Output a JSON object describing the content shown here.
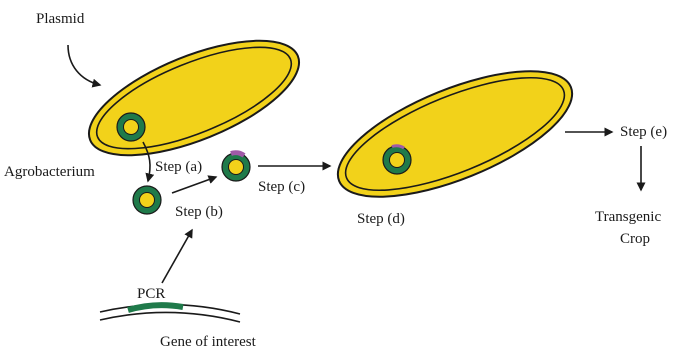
{
  "labels": {
    "plasmid": "Plasmid",
    "agrobacterium": "Agrobacterium",
    "step_a": "Step (a)",
    "step_b": "Step (b)",
    "step_c": "Step (c)",
    "step_d": "Step (d)",
    "step_e": "Step (e)",
    "transgenic_line1": "Transgenic",
    "transgenic_line2": "Crop",
    "pcr": "PCR",
    "gene_of_interest": "Gene of interest"
  },
  "colors": {
    "cell_fill": "#f2d21a",
    "cell_outline": "#1a1a1a",
    "plasmid_ring": "#1f7a4a",
    "plasmid_core": "#f2d21a",
    "insert_mark": "#a05aa8",
    "gene_segment": "#1f7a4a",
    "arrow": "#1a1a1a"
  }
}
